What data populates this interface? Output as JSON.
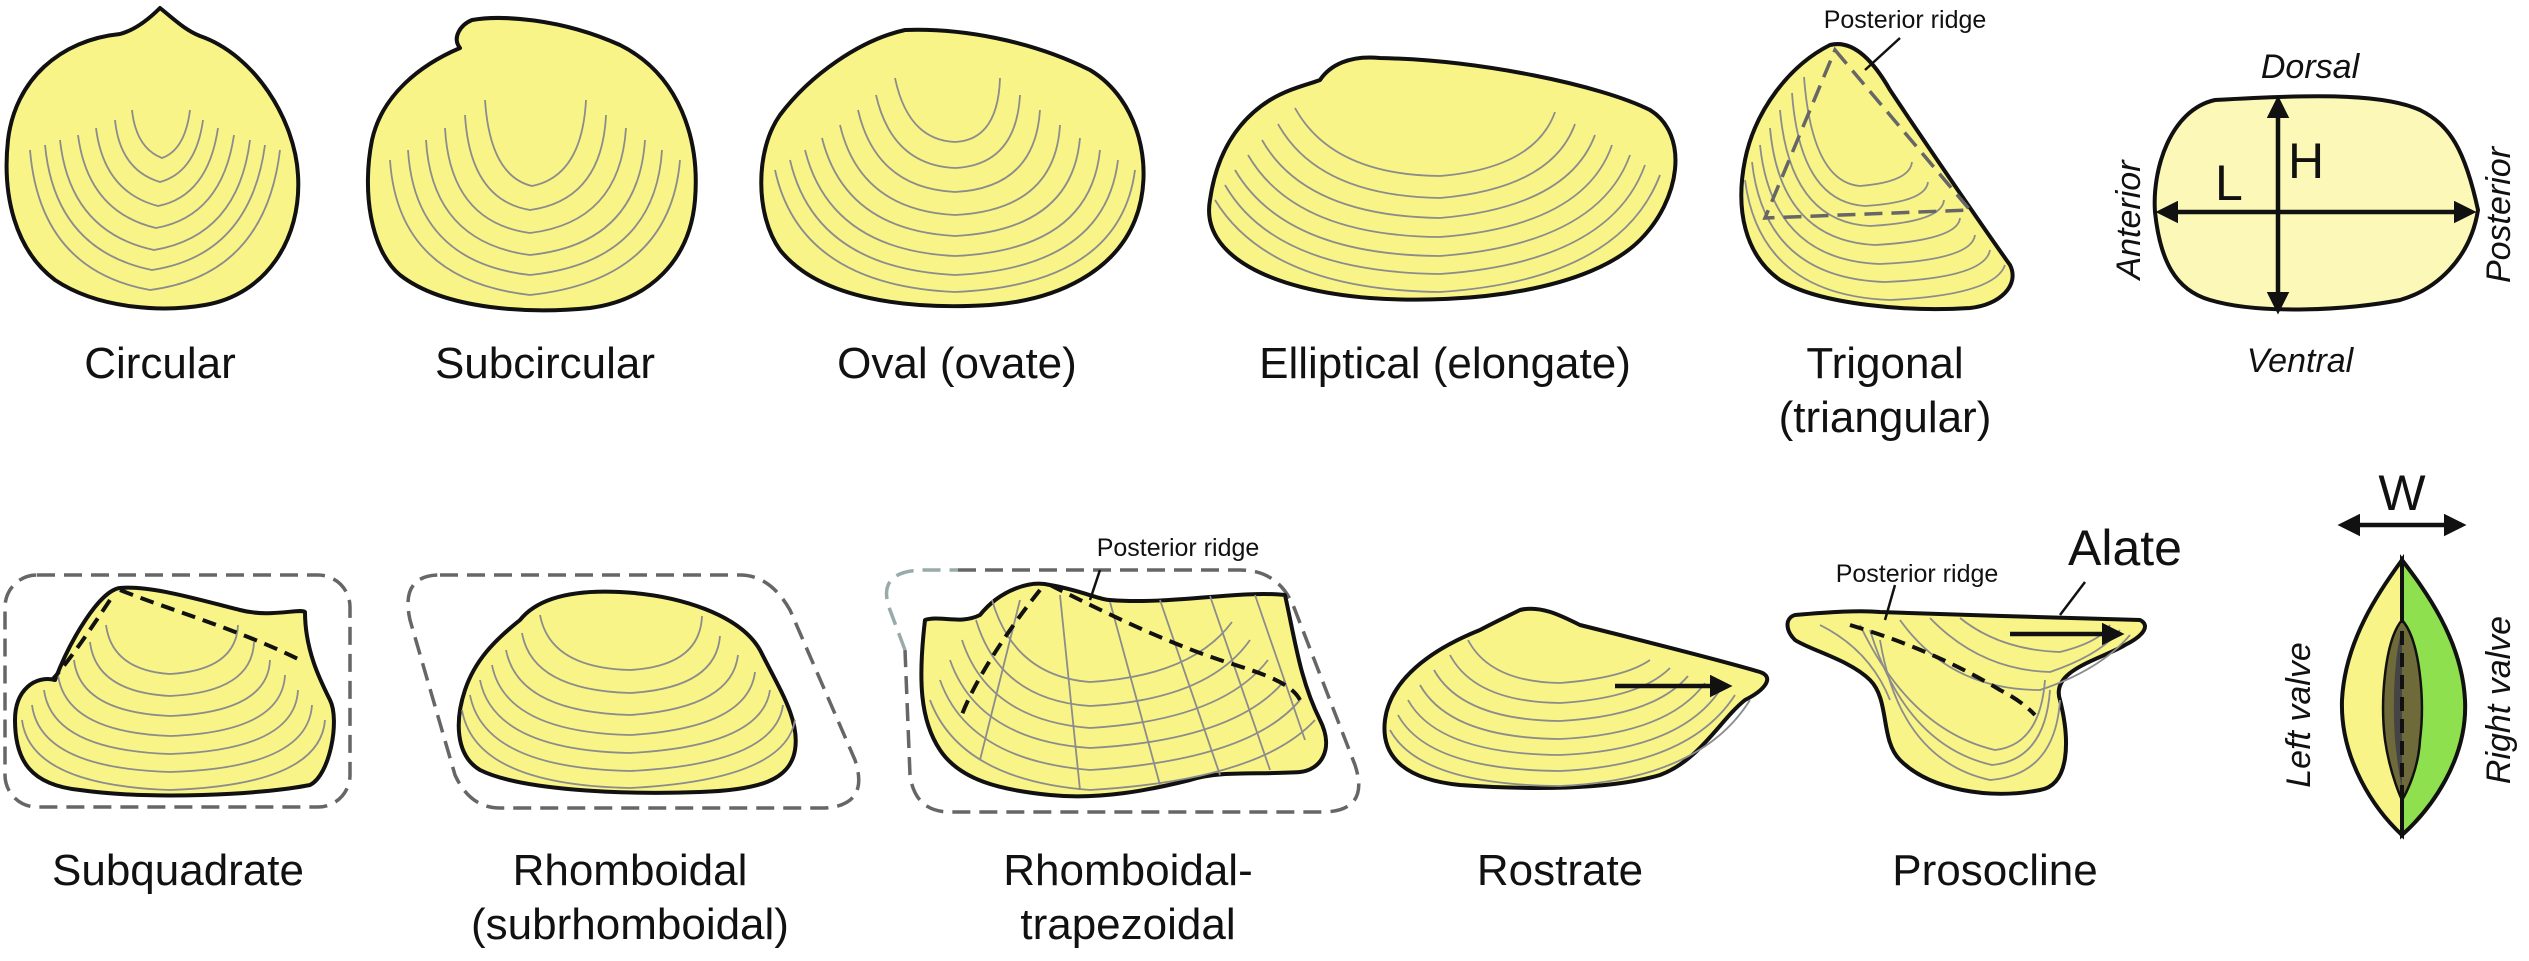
{
  "shapes": {
    "circular": "Circular",
    "subcircular": "Subcircular",
    "oval": "Oval (ovate)",
    "elliptical": "Elliptical (elongate)",
    "trigonal_1": "Trigonal",
    "trigonal_2": "(triangular)",
    "subquadrate": "Subquadrate",
    "rhomboidal_1": "Rhomboidal",
    "rhomboidal_2": "(subrhomboidal)",
    "rhombtrap_1": "Rhomboidal-",
    "rhombtrap_2": "trapezoidal",
    "rostrate": "Rostrate",
    "prosocline": "Prosocline"
  },
  "annotations": {
    "posterior_ridge": "Posterior ridge",
    "alate": "Alate"
  },
  "orientation": {
    "dorsal": "Dorsal",
    "ventral": "Ventral",
    "anterior": "Anterior",
    "posterior": "Posterior",
    "length": "L",
    "height": "H",
    "width": "W",
    "left_valve": "Left valve",
    "right_valve": "Right valve"
  },
  "colors": {
    "shell_fill": "#f8f487",
    "outline": "#111111",
    "growth_lines": "#8c8c8c",
    "orientation_fill": "#fbf8b8",
    "right_valve_fill": "#8fe04e",
    "dashed_box": "#666666"
  }
}
